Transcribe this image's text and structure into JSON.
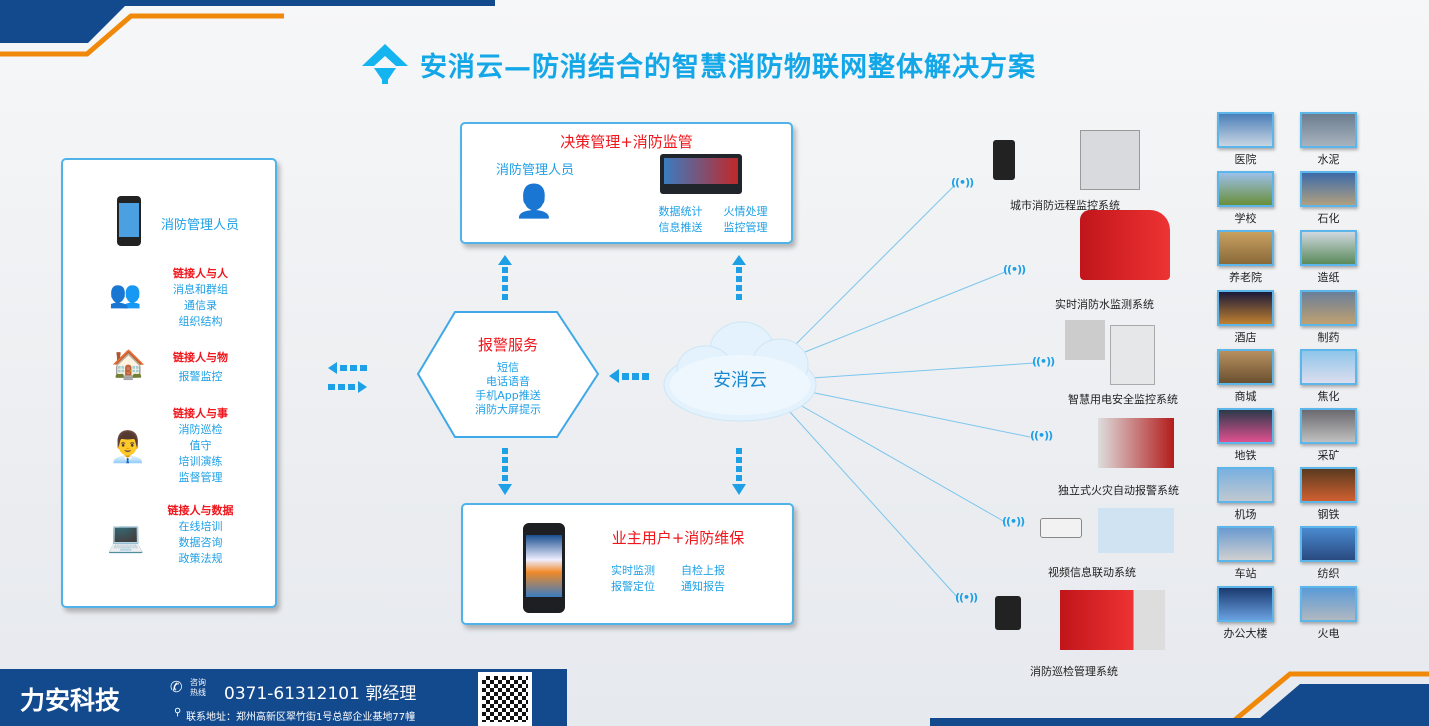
{
  "title": "安消云—防消结合的智慧消防物联网整体解决方案",
  "left_panel": {
    "header": "消防管理人员",
    "groups": [
      {
        "title": "链接人与人",
        "items": [
          "消息和群组",
          "通信录",
          "组织结构"
        ]
      },
      {
        "title": "链接人与物",
        "items": [
          "报警监控"
        ]
      },
      {
        "title": "链接人与事",
        "items": [
          "消防巡检",
          "值守",
          "培训演练",
          "监督管理"
        ]
      },
      {
        "title": "链接人与数据",
        "items": [
          "在线培训",
          "数据咨询",
          "政策法规"
        ]
      }
    ]
  },
  "top_box": {
    "title": "决策管理+消防监管",
    "role": "消防管理人员",
    "features": [
      "数据统计",
      "火情处理",
      "信息推送",
      "监控管理"
    ]
  },
  "alarm": {
    "title": "报警服务",
    "items": [
      "短信",
      "电话语音",
      "手机App推送",
      "消防大屏提示"
    ]
  },
  "cloud": {
    "label": "安消云"
  },
  "bottom_box": {
    "title": "业主用户+消防维保",
    "features": [
      "实时监测",
      "自检上报",
      "报警定位",
      "通知报告"
    ]
  },
  "systems": [
    "城市消防远程监控系统",
    "实时消防水监测系统",
    "智慧用电安全监控系统",
    "独立式火灾自动报警系统",
    "视频信息联动系统",
    "消防巡检管理系统"
  ],
  "industries": [
    "医院",
    "水泥",
    "学校",
    "石化",
    "养老院",
    "造纸",
    "酒店",
    "制药",
    "商城",
    "焦化",
    "地铁",
    "采矿",
    "机场",
    "钢铁",
    "车站",
    "纺织",
    "办公大楼",
    "火电"
  ],
  "footer": {
    "brand": "力安科技",
    "hotline_label_1": "咨询",
    "hotline_label_2": "热线",
    "phone": "0371-61312101 郭经理",
    "address": "联系地址：郑州高新区翠竹街1号总部企业基地77幢"
  },
  "colors": {
    "brand_blue": "#134a8e",
    "accent_orange": "#f0890a",
    "light_blue": "#1ea0e6",
    "red": "#f0151b"
  }
}
